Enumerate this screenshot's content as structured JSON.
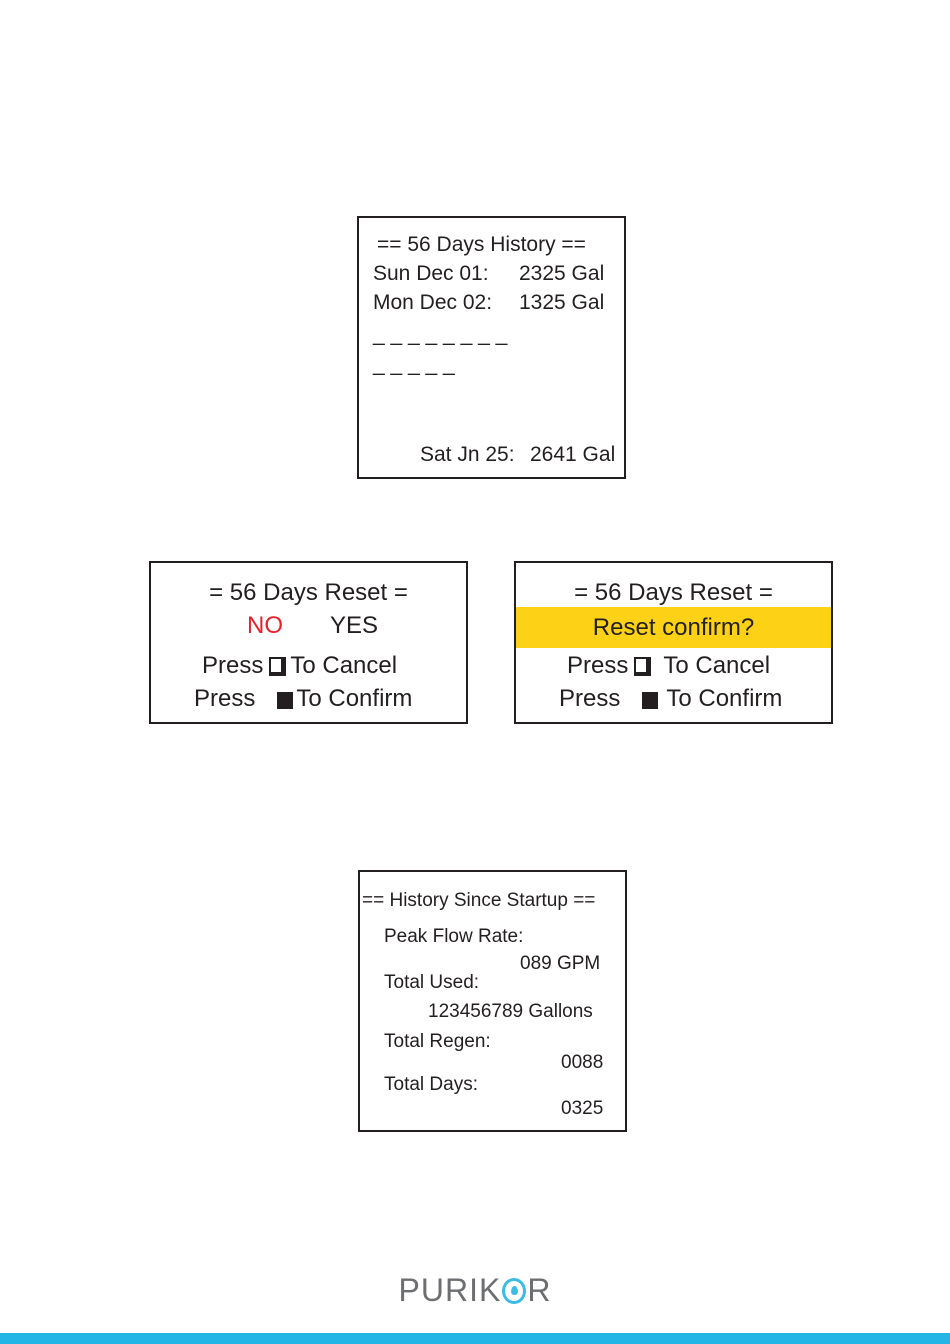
{
  "history_panel": {
    "title": "== 56 Days History ==",
    "rows": [
      {
        "date": "Sun Dec 01:",
        "value": "2325 Gal"
      },
      {
        "date": "Mon Dec 02:",
        "value": "1325 Gal"
      }
    ],
    "dash_line_1": "_ _ _ _ _ _ _ _",
    "dash_line_2": "_ _ _ _ _",
    "last_date": "Sat Jn 25:",
    "last_value": "2641 Gal"
  },
  "reset_panel": {
    "title": "= 56 Days Reset =",
    "option_no": "NO",
    "option_yes": "YES",
    "press_label": "Press",
    "cancel_label": "To Cancel",
    "confirm_label": "To Confirm"
  },
  "reset_confirm_panel": {
    "title": "= 56 Days Reset =",
    "prompt": "Reset confirm?",
    "press_label": "Press",
    "cancel_label": "To Cancel",
    "confirm_label": "To Confirm"
  },
  "startup_panel": {
    "title": "== History Since Startup ==",
    "peak_flow_label": "Peak Flow Rate:",
    "peak_flow_value": "089 GPM",
    "total_used_label": "Total Used:",
    "total_used_value": "123456789 Gallons",
    "total_regen_label": "Total Regen:",
    "total_regen_value": "0088",
    "total_days_label": "Total Days:",
    "total_days_value": "0325"
  },
  "brand": {
    "logo_before": "PURIK",
    "logo_after": "R"
  },
  "colors": {
    "no_option": "#e3242b",
    "confirm_highlight": "#fcd116",
    "footer_bar": "#22b5e5",
    "logo_accent": "#3dbbe3"
  }
}
